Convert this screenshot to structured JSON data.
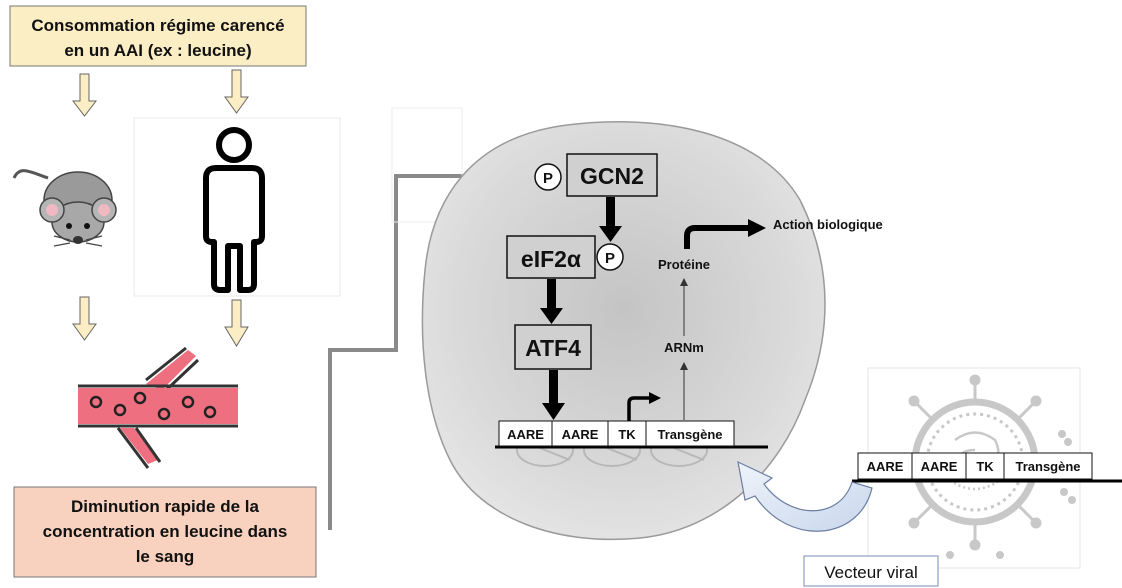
{
  "top_box": {
    "line1": "Consommation régime carencé",
    "line2": "en un AAI (ex : leucine)",
    "fill": "#fbeec4"
  },
  "bottom_box": {
    "line1": "Diminution rapide de la",
    "line2": "concentration en leucine dans",
    "line3": "le sang",
    "fill": "#f9d2bf"
  },
  "pathway": {
    "gcn2": "GCN2",
    "eif2a": "eIF2α",
    "atf4": "ATF4",
    "phospho": "P",
    "proteine": "Protéine",
    "arnm": "ARNm",
    "action": "Action biologique"
  },
  "construct_cell": [
    "AARE",
    "AARE",
    "TK",
    "Transgène"
  ],
  "construct_viral": [
    "AARE",
    "AARE",
    "TK",
    "Transgène"
  ],
  "viral_label": "Vecteur viral",
  "colors": {
    "cell_fill": "#d2d2d2",
    "vessel": "#ee7080",
    "arrow_fill": "#fbeec4",
    "connector": "#8a8a8a",
    "curved_arrow": "#d8e3f2"
  },
  "icons": [
    "mouse-icon",
    "person-icon",
    "blood-vessel-icon",
    "virus-icon"
  ]
}
